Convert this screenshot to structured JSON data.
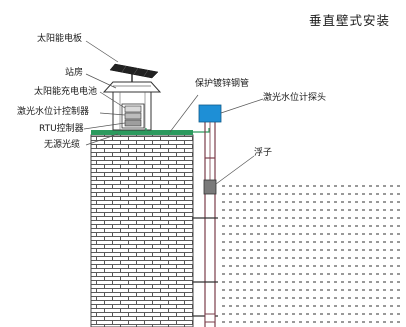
{
  "diagram": {
    "title": "垂直壁式安装",
    "labels": {
      "solar_panel": "太阳能电板",
      "station_house": "站房",
      "solar_battery": "太阳能充电电池",
      "laser_controller": "激光水位计控制器",
      "rtu_controller": "RTU控制器",
      "passive_fiber": "无源光缆",
      "protective_pipe": "保护镀锌钢管",
      "laser_probe": "激光水位计探头",
      "float": "浮子"
    },
    "colors": {
      "probe_box": "#1e8fd6",
      "cable": "#2c9a5e",
      "pipe": "#7a3c4a",
      "brick_line": "#555555",
      "water_dash": "#333333"
    }
  }
}
